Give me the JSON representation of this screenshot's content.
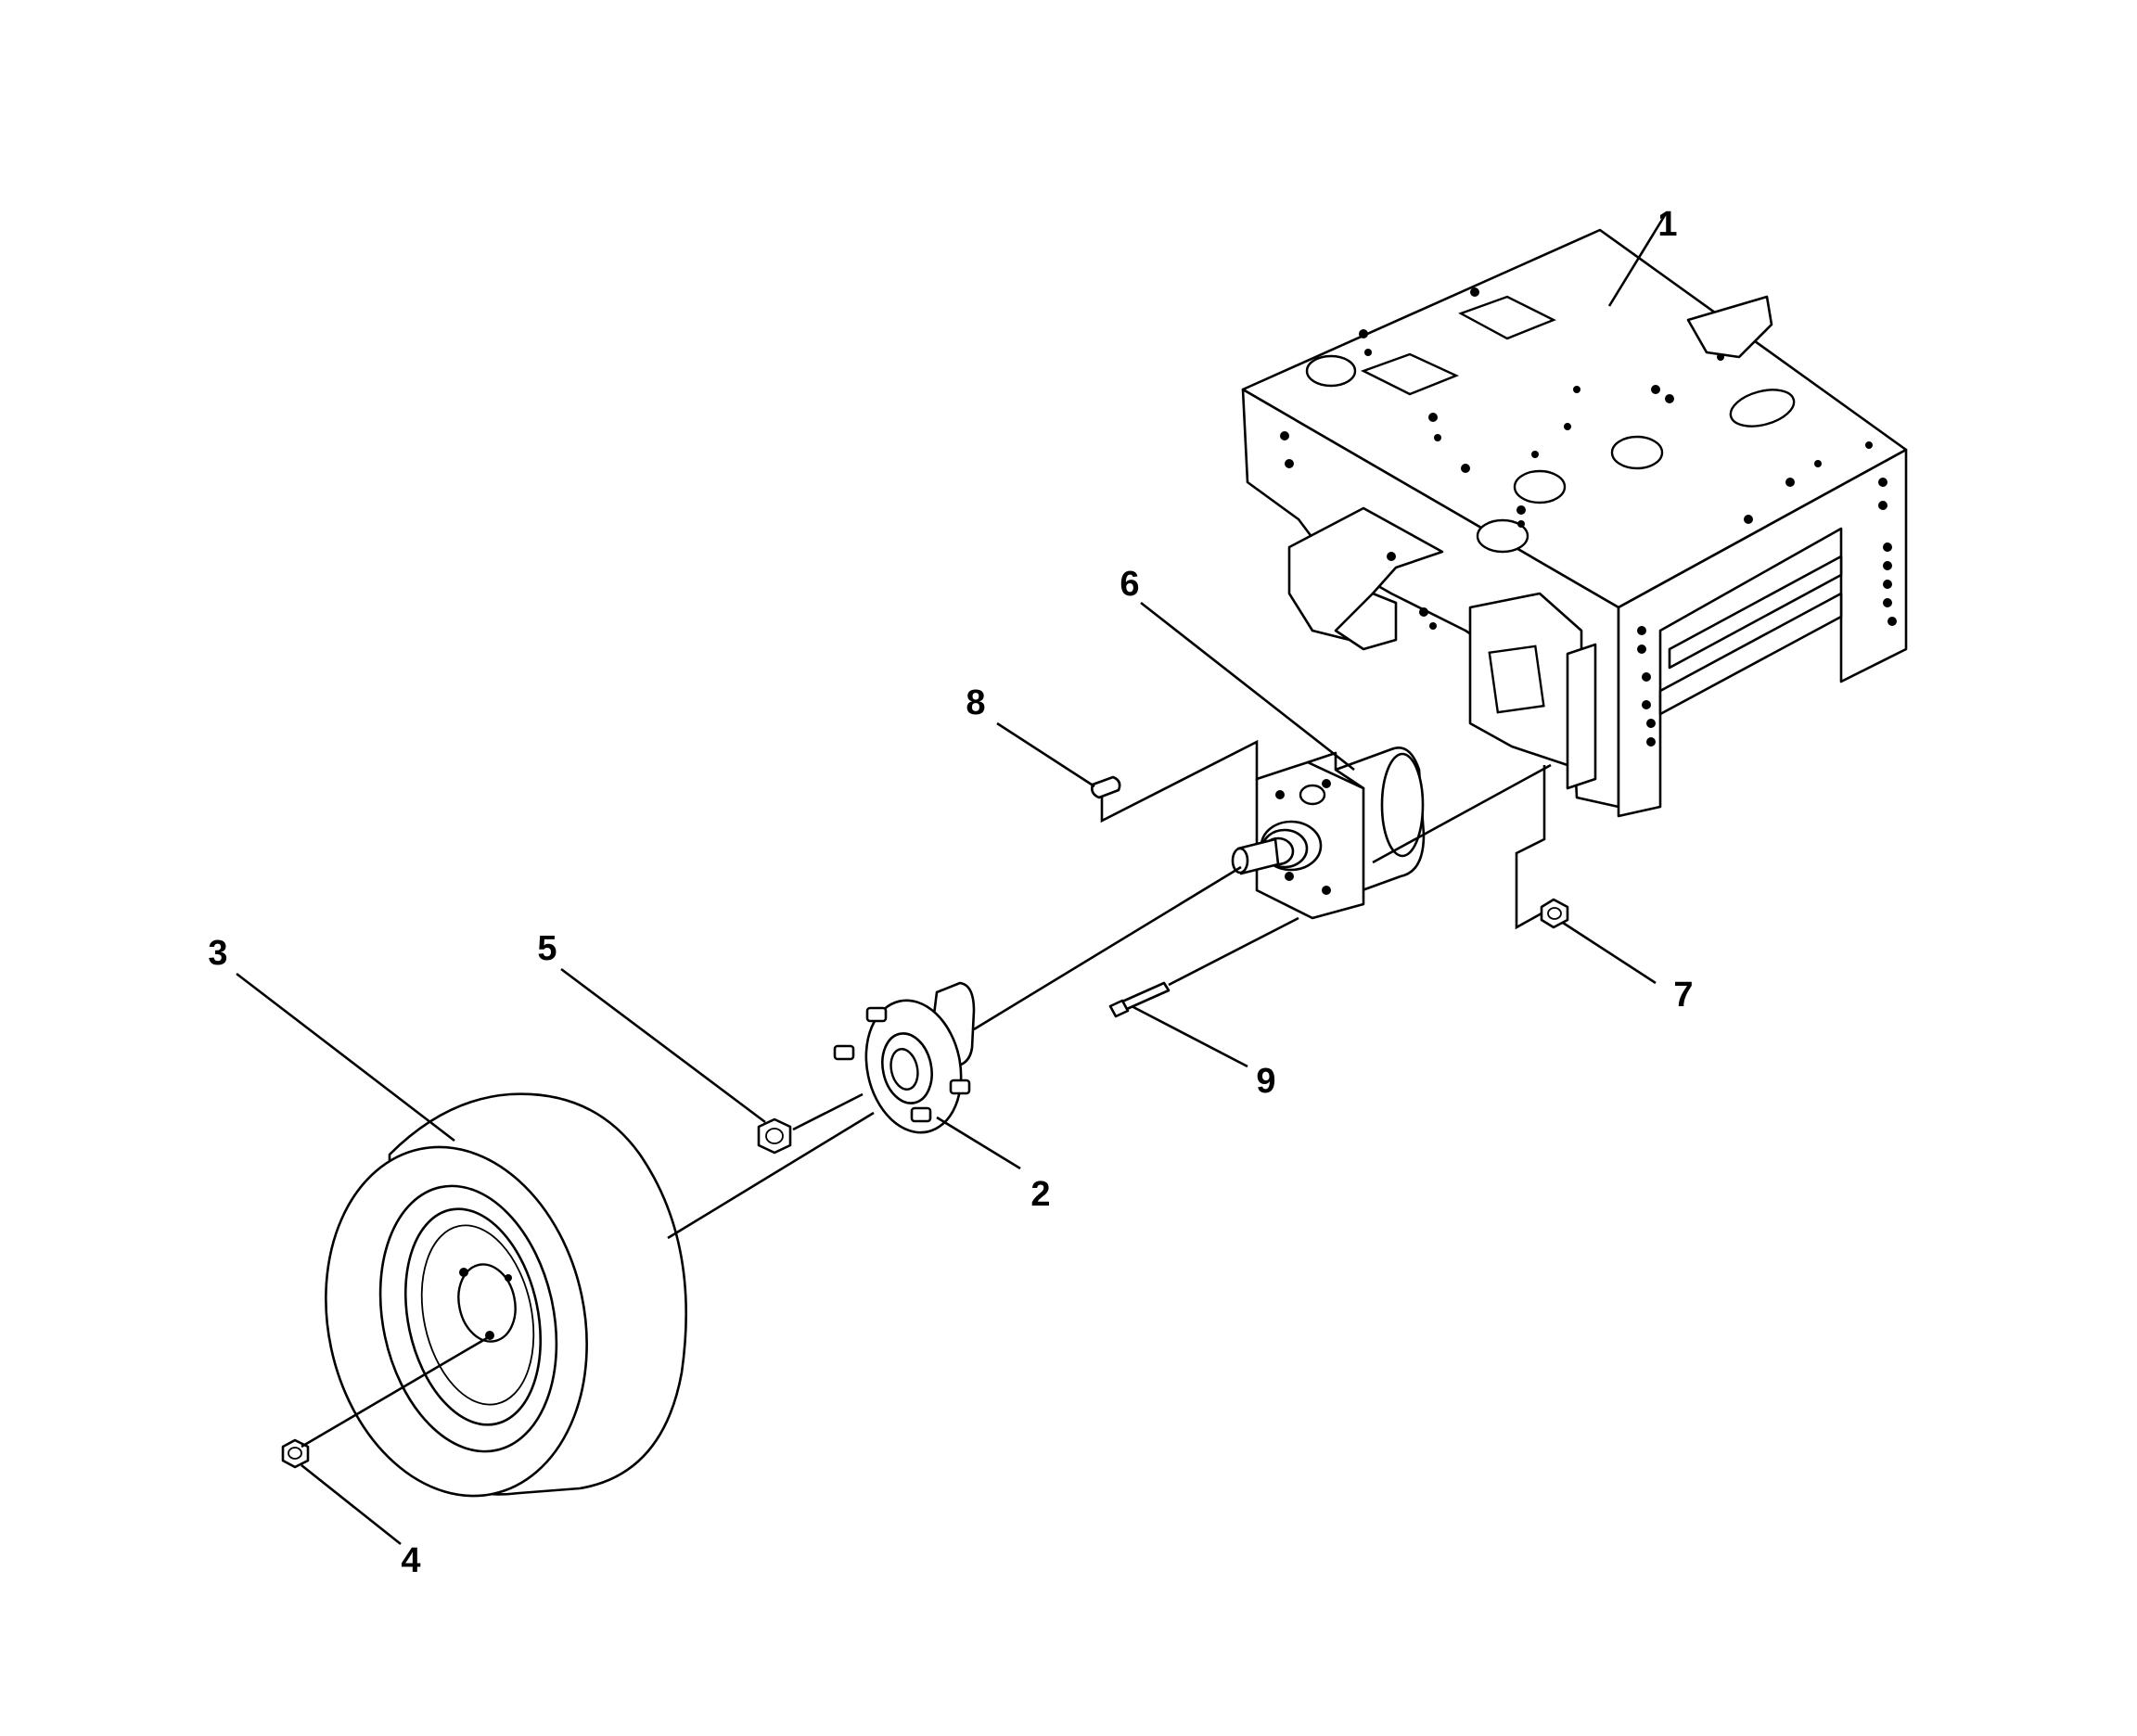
{
  "callouts": [
    {
      "id": "1",
      "label": "1"
    },
    {
      "id": "2",
      "label": "2"
    },
    {
      "id": "3",
      "label": "3"
    },
    {
      "id": "4",
      "label": "4"
    },
    {
      "id": "5",
      "label": "5"
    },
    {
      "id": "6",
      "label": "6"
    },
    {
      "id": "7",
      "label": "7"
    },
    {
      "id": "8",
      "label": "8"
    },
    {
      "id": "9",
      "label": "9"
    }
  ],
  "colors": {
    "ink": "#000000",
    "paper": "#ffffff"
  }
}
